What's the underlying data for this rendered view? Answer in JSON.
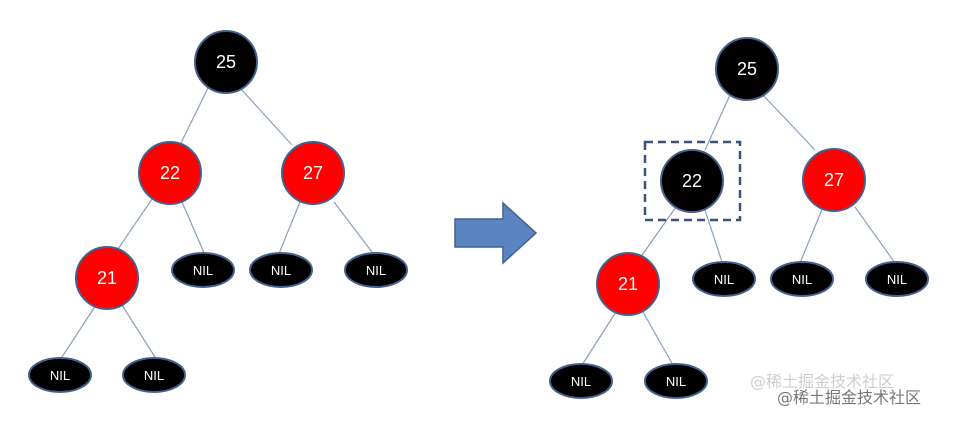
{
  "colors": {
    "red_node": "#ff0000",
    "black_node": "#000000",
    "outline": "#44608f",
    "edge": "#8aa0bd",
    "arrow_fill": "#5b85c0",
    "highlight_box": "#3b5578"
  },
  "before_tree": {
    "root": "25",
    "left": "22",
    "right": "27",
    "left_left": "21",
    "nil_labels": [
      "NIL",
      "NIL",
      "NIL",
      "NIL",
      "NIL"
    ]
  },
  "after_tree": {
    "root": "25",
    "left": "22",
    "right": "27",
    "left_left": "21",
    "nil_labels": [
      "NIL",
      "NIL",
      "NIL",
      "NIL",
      "NIL"
    ]
  },
  "watermark": "@稀土掘金技术社区"
}
